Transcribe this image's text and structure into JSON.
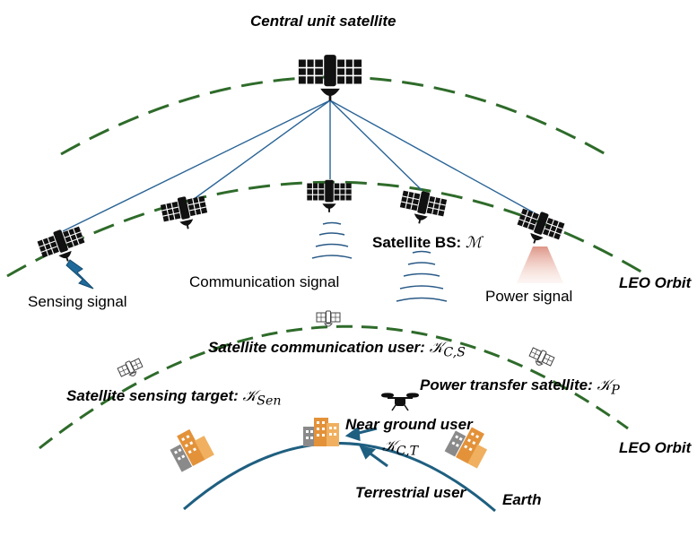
{
  "labels": {
    "central_unit": "Central unit satellite",
    "satellite_bs_text": "Satellite BS: ",
    "satellite_bs_symbol": "ℳ",
    "sensing_signal": "Sensing signal",
    "communication_signal": "Communication signal",
    "power_signal": "Power signal",
    "leo_orbit_upper": "LEO Orbit",
    "leo_orbit_lower": "LEO Orbit",
    "sat_comm_user_text": "Satellite communication user: ",
    "sat_comm_user_symbol": "𝒦",
    "sat_comm_user_sub": "C,S",
    "sat_sensing_target_text": "Satellite sensing target: ",
    "sat_sensing_target_symbol": "𝒦",
    "sat_sensing_target_sub": "Sen",
    "power_transfer_text": "Power transfer satellite: ",
    "power_transfer_symbol": "𝒦",
    "power_transfer_sub": "P",
    "near_ground_user": "Near ground user",
    "terrestrial_symbol": "𝒦",
    "terrestrial_sub": "C,T",
    "terrestrial_user": "Terrestrial user",
    "earth": "Earth"
  },
  "colors": {
    "orbit": "#2e6b2a",
    "link": "#2a6496",
    "earth": "#1f5f80",
    "signal": "#2a5a86",
    "power_beam": "#e8a090",
    "building_orange": "#e3923a",
    "building_gray": "#8a8a8a"
  }
}
